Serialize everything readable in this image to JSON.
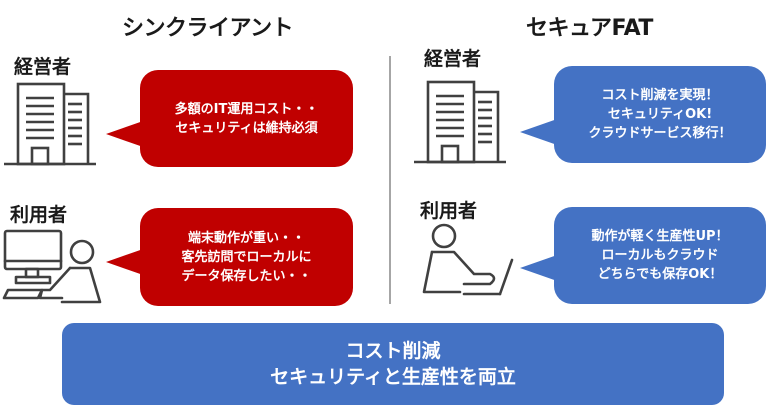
{
  "left": {
    "title": "シンクライアント",
    "manager": {
      "label": "経営者",
      "icon": "office-building-icon",
      "bubble": {
        "color": "#c00000",
        "lines": [
          "多額のIT運用コスト・・",
          "セキュリティは維持必須"
        ]
      }
    },
    "user": {
      "label": "利用者",
      "icon": "person-at-desktop-icon",
      "bubble": {
        "color": "#c00000",
        "lines": [
          "端末動作が重い・・",
          "客先訪問でローカルに",
          "データ保存したい・・"
        ]
      }
    }
  },
  "right": {
    "title": "セキュアFAT",
    "manager": {
      "label": "経営者",
      "icon": "office-building-icon",
      "bubble": {
        "color": "#4472c4",
        "lines": [
          "コスト削減を実現！",
          "セキュリティOK!",
          "クラウドサービス移行！"
        ]
      }
    },
    "user": {
      "label": "利用者",
      "icon": "person-at-laptop-icon",
      "bubble": {
        "color": "#4472c4",
        "lines": [
          "動作が軽く生産性UP！",
          "ローカルもクラウド",
          "どちらでも保存OK！"
        ]
      }
    }
  },
  "summary": {
    "color": "#4472c4",
    "lines": [
      "コスト削減",
      "セキュリティと生産性を両立"
    ]
  }
}
